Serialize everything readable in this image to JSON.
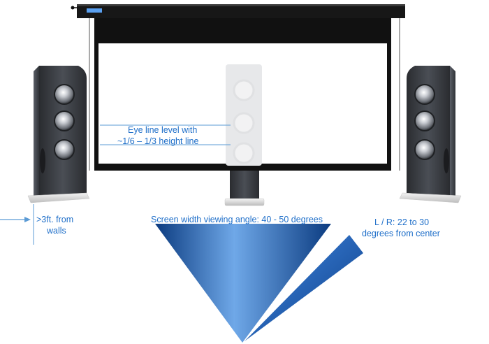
{
  "labels": {
    "eye_line_1": "Eye line level with",
    "eye_line_2": "~1/6 – 1/3 height line",
    "walls_1": ">3ft. from",
    "walls_2": "walls",
    "viewing_angle": "Screen width viewing angle: 40 - 50 degrees",
    "lr_1": "L / R: 22 to 30",
    "lr_2": "degrees from center"
  },
  "colors": {
    "label_text": "#1f6fc9",
    "guide_line": "#5b9bd5",
    "screen_housing": "#1a1a1a",
    "speaker_body": "#3c3f44",
    "cone_dark": "#0b3b80",
    "cone_light": "#6fa8e8"
  },
  "icons": {
    "screen": "projector-screen-icon",
    "speaker_left": "tower-speaker-icon",
    "speaker_right": "tower-speaker-icon",
    "speaker_center": "center-speaker-icon"
  }
}
